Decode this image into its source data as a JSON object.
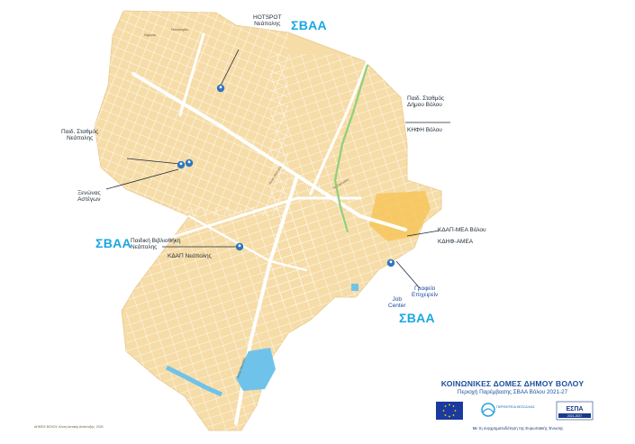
{
  "title": "ΚΟΙΝΩΝΙΚΕΣ ΔΟΜΕΣ ΔΗΜΟΥ ΒΟΛΟΥ",
  "subtitle": "Περιοχή Παρέμβασης ΣΒΑΑ Βόλου 2021-27",
  "sbaa_label": "ΣΒΑΑ",
  "labels": {
    "hotspot": [
      "HOTSPOT",
      "Νεάπολης"
    ],
    "paid_neapolis": [
      "Παιδ. Σταθμός",
      "Νεάπολης"
    ],
    "xenonas": [
      "Ξενώνας",
      "Αστέγων"
    ],
    "paid_volou": [
      "Παιδ. Σταθμός",
      "Δήμου Βόλου"
    ],
    "kifi": "ΚΗΦΗ Βόλου",
    "vivliothiki": [
      "Παιδική Βιβλιοθήκη",
      "Νεάπολης"
    ],
    "kdap_neapolis": "ΚΔΑΠ Νεάπολης",
    "kdap_mea": "ΚΔΑΠ-ΜΕΑ Βόλου",
    "kdif": "ΚΔΗΦ-ΑΜΕΑ",
    "grafeio": [
      "Γραφείο",
      "Επιχειρείν"
    ],
    "job_center": [
      "Job",
      "Center"
    ]
  },
  "footnote": "ΔΗΜΟΣ ΒΟΛΟΥ, Δ/νση Αστικής Ανάπτυξης, 2024",
  "cofund_text": "Με τη συγχρηματοδότηση της Ευρωπαϊκής Ένωσης",
  "logos": {
    "eu": "EU flag",
    "region_name": "ΠΕΡΙΦΕΡΕΙΑ ΘΕΣΣΑΛΙΑΣ",
    "espa_name": "ΕΣΠΑ",
    "espa_years": "2021-2027"
  },
  "colors": {
    "city_fill": "#f6dca7",
    "street": "#ffffff",
    "water": "#6fc3ea",
    "focus_zone": "#f7c65a",
    "pin": "#2f76c0",
    "sbaa_text": "#1aa7e0",
    "title_text": "#1a4f9c"
  }
}
